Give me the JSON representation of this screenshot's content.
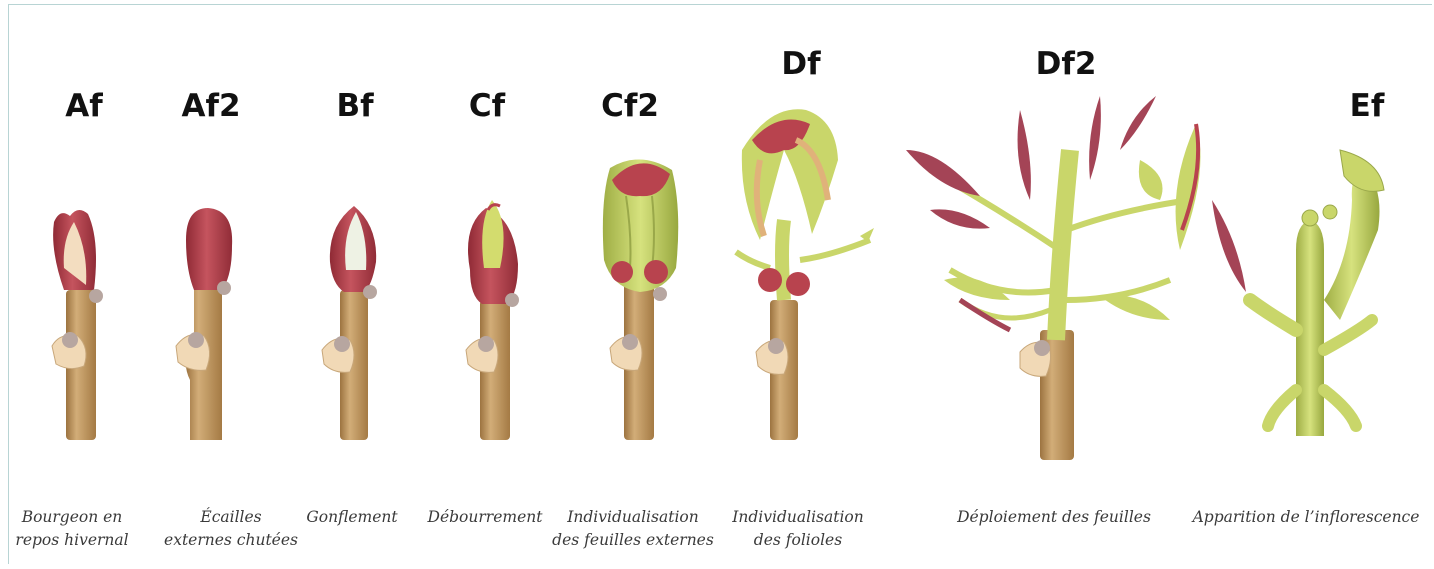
{
  "stages": [
    {
      "code": "Af",
      "caption": [
        "Bourgeon en",
        "repos hivernal"
      ]
    },
    {
      "code": "Af2",
      "caption": [
        "Écailles",
        "externes chutées"
      ]
    },
    {
      "code": "Bf",
      "caption": [
        "Gonflement"
      ]
    },
    {
      "code": "Cf",
      "caption": [
        "Débourrement"
      ]
    },
    {
      "code": "Cf2",
      "caption": [
        "Individualisation",
        "des feuilles externes"
      ]
    },
    {
      "code": "Df",
      "caption": [
        "Individualisation",
        "des folioles"
      ]
    },
    {
      "code": "Df2",
      "caption": [
        "Déploiement des feuilles"
      ]
    },
    {
      "code": "Ef",
      "caption": [
        "Apparition de l’inflorescence"
      ]
    }
  ],
  "colors": {
    "stem": "#c39a62",
    "stem_dark": "#9c7340",
    "bud_red": "#b8434e",
    "bud_red_dark": "#8f2a35",
    "scar": "#f1d9b6",
    "node": "#b7a6a0",
    "leaf_green": "#c9d66a",
    "leaf_red": "#a44456",
    "pale_cream": "#f3ddc0"
  }
}
